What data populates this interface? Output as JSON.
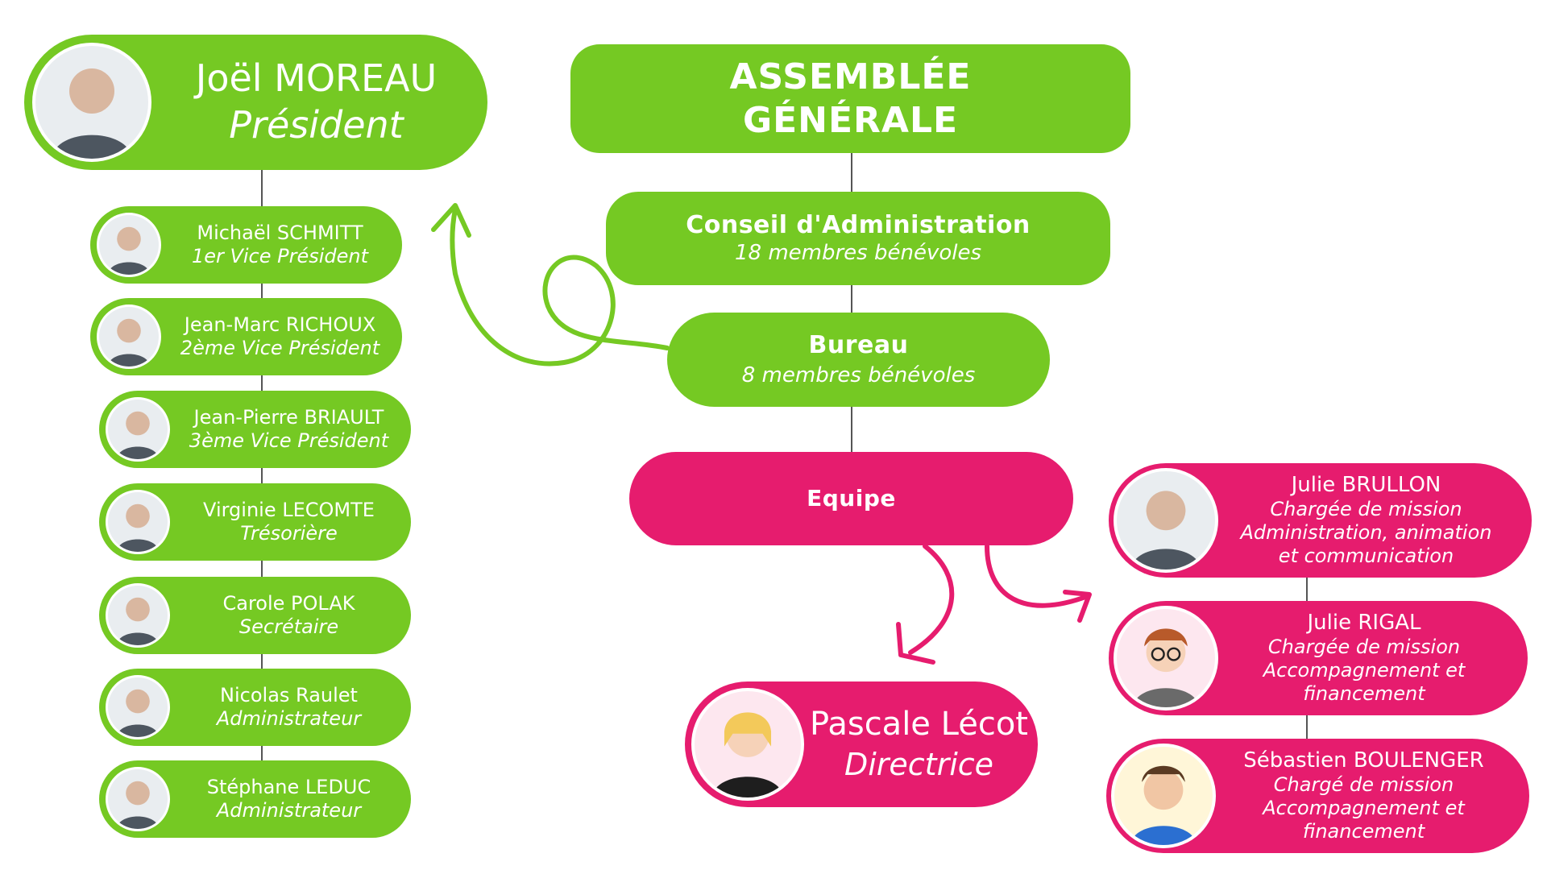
{
  "colors": {
    "green": "#75c923",
    "pink": "#e61c6e",
    "line": "#555555",
    "text": "#ffffff"
  },
  "president": {
    "name": "Joël MOREAU",
    "role": "Président",
    "avatar_icon": "photo-portrait-icon"
  },
  "vice_and_board": [
    {
      "name": "Michaël SCHMITT",
      "role": "1er Vice Président",
      "avatar_icon": "photo-portrait-icon"
    },
    {
      "name": "Jean-Marc RICHOUX",
      "role": "2ème Vice Président",
      "avatar_icon": "photo-portrait-icon"
    },
    {
      "name": "Jean-Pierre BRIAULT",
      "role": "3ème Vice Président",
      "avatar_icon": "photo-portrait-icon"
    },
    {
      "name": "Virginie LECOMTE",
      "role": "Trésorière",
      "avatar_icon": "photo-portrait-icon"
    },
    {
      "name": "Carole POLAK",
      "role": "Secrétaire",
      "avatar_icon": "photo-portrait-icon"
    },
    {
      "name": "Nicolas Raulet",
      "role": "Administrateur",
      "avatar_icon": "photo-portrait-icon"
    },
    {
      "name": "Stéphane LEDUC",
      "role": "Administrateur",
      "avatar_icon": "photo-portrait-icon"
    }
  ],
  "assembly": {
    "line1": "ASSEMBLÉE",
    "line2": "GÉNÉRALE"
  },
  "council": {
    "title": "Conseil d'Administration",
    "subtitle": "18 membres bénévoles"
  },
  "bureau": {
    "title": "Bureau",
    "subtitle": "8 membres bénévoles"
  },
  "team": {
    "title": "Equipe"
  },
  "director": {
    "name": "Pascale Lécot",
    "role": "Directrice",
    "avatar_icon": "cartoon-avatar-icon"
  },
  "staff": [
    {
      "name": "Julie BRULLON",
      "role": "Chargée de mission",
      "detail1": "Administration, animation",
      "detail2": "et communication",
      "avatar_icon": "photo-portrait-icon"
    },
    {
      "name": "Julie RIGAL",
      "role": "Chargée de mission",
      "detail1": "Accompagnement et",
      "detail2": "financement",
      "avatar_icon": "cartoon-avatar-icon"
    },
    {
      "name": "Sébastien BOULENGER",
      "role": "Chargé de mission",
      "detail1": "Accompagnement et",
      "detail2": "financement",
      "avatar_icon": "cartoon-avatar-icon"
    }
  ]
}
